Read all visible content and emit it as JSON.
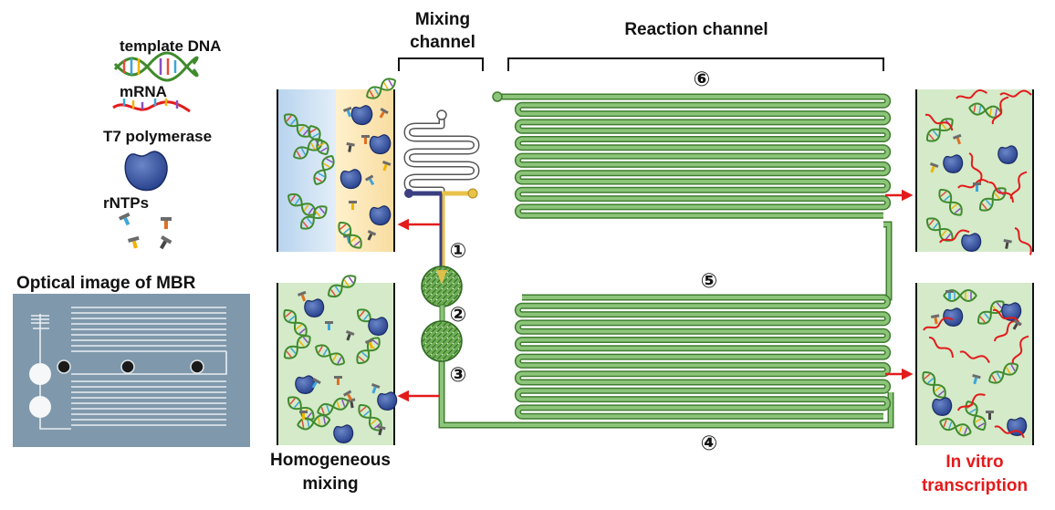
{
  "legend": {
    "template_dna": "template DNA",
    "mrna": "mRNA",
    "t7_polymerase": "T7 polymerase",
    "rntps": "rNTPs"
  },
  "headers": {
    "mixing_line1": "Mixing",
    "mixing_line2": "channel",
    "reaction": "Reaction channel"
  },
  "optical": {
    "title": "Optical image of MBR"
  },
  "captions": {
    "homogeneous_line1": "Homogeneous",
    "homogeneous_line2": "mixing",
    "ivt_line1": "In vitro",
    "ivt_line2": "transcription"
  },
  "markers": [
    "①",
    "②",
    "③",
    "④",
    "⑤",
    "⑥"
  ],
  "colors": {
    "channel_green": "#8cc47a",
    "channel_dark": "#3f7d2f",
    "arrow_red": "#e31b1b",
    "buffer_blue": "#c8def2",
    "buffer_yellow": "#fbe6b4",
    "panel_green": "#d4eac9",
    "dna_inlet_navy": "#3b3f82",
    "yellow_inlet": "#e9c24a"
  }
}
